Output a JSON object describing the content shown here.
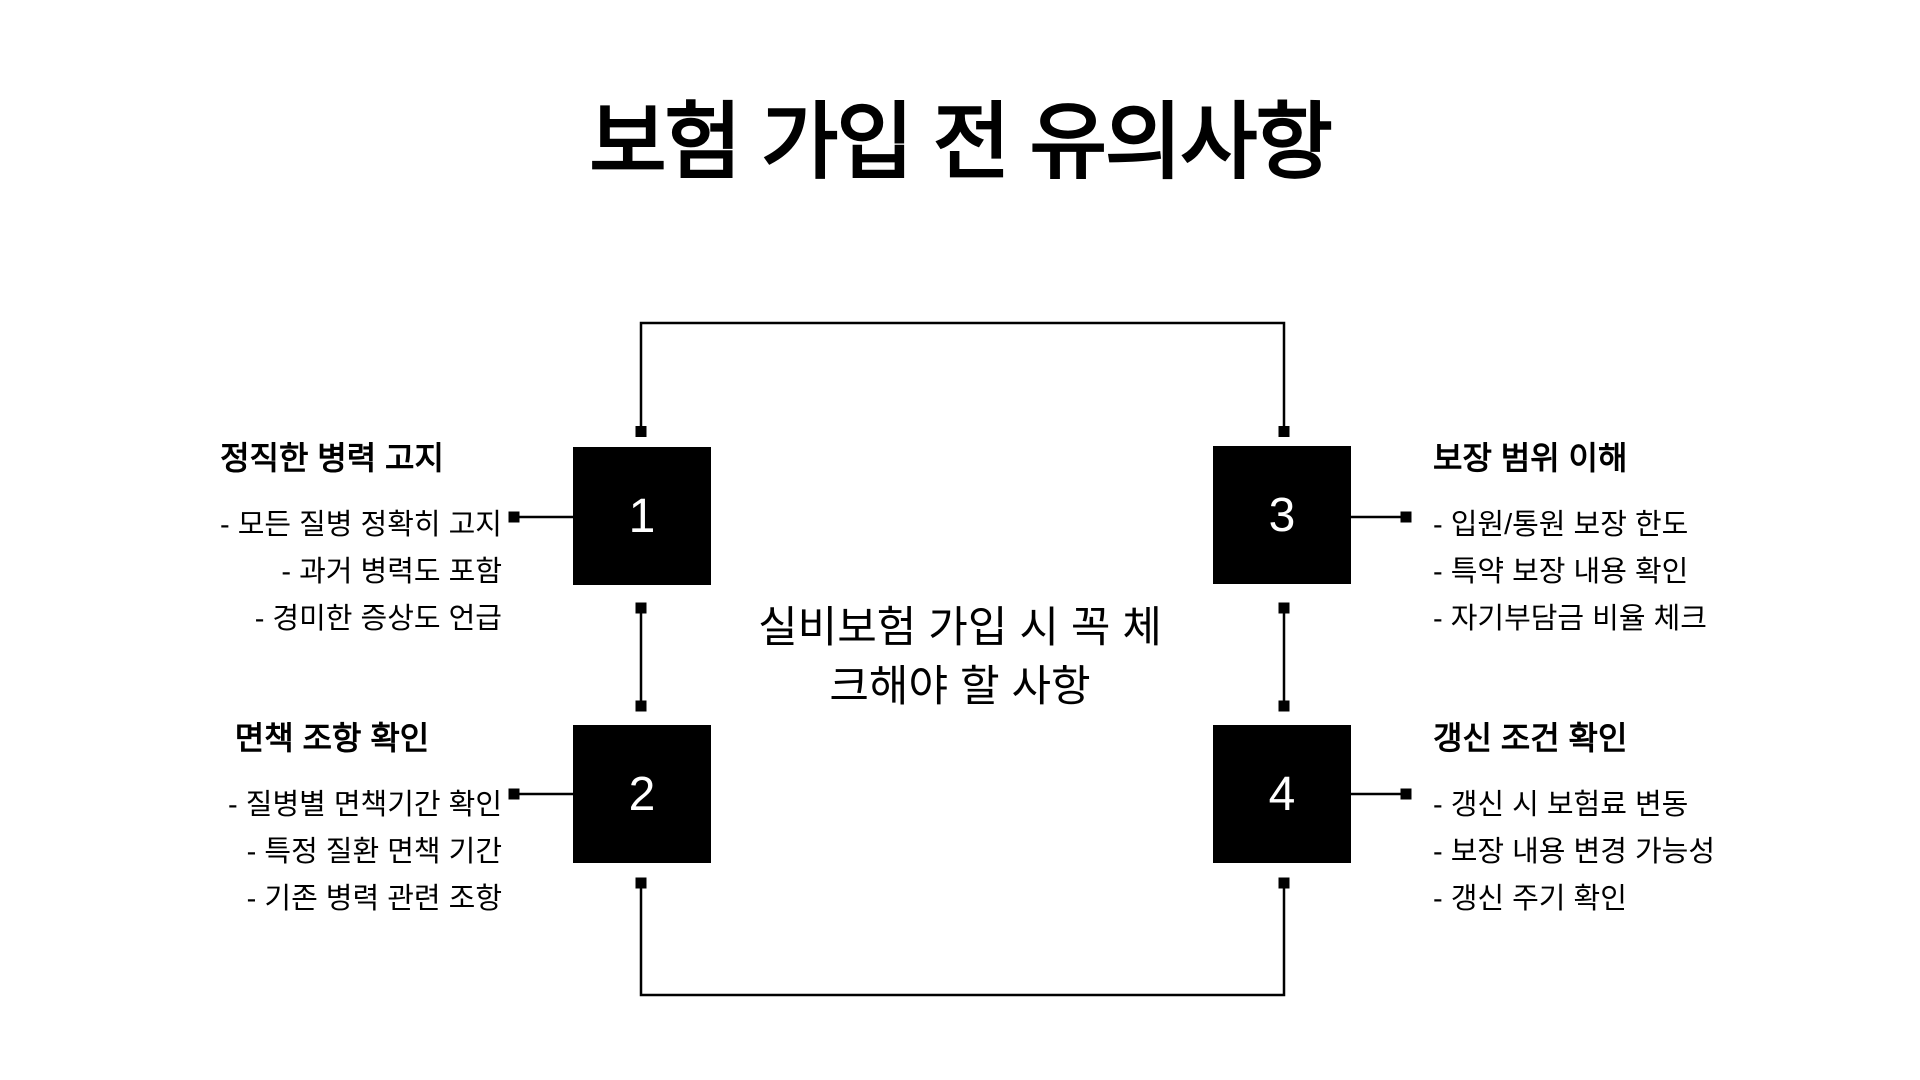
{
  "title": "보험 가입 전 유의사항",
  "center_note": {
    "lines": [
      "실비보험 가입 시 꼭 체",
      "크해야 할 사항"
    ]
  },
  "steps": [
    {
      "number": "1",
      "position": "top-left",
      "heading": "정직한 병력 고지",
      "bullets": [
        "- 모든 질병 정확히 고지",
        "- 과거 병력도 포함",
        "- 경미한 증상도 언급"
      ]
    },
    {
      "number": "2",
      "position": "bottom-left",
      "heading": "면책 조항 확인",
      "bullets": [
        "- 질병별 면책기간 확인",
        "- 특정 질환 면책 기간",
        "- 기존 병력 관련 조항"
      ]
    },
    {
      "number": "3",
      "position": "top-right",
      "heading": "보장 범위 이해",
      "bullets": [
        "- 입원/통원 보장 한도",
        "- 특약 보장 내용 확인",
        "- 자기부담금 비율 체크"
      ]
    },
    {
      "number": "4",
      "position": "bottom-right",
      "heading": "갱신 조건 확인",
      "bullets": [
        "- 갱신 시 보험료 변동",
        "- 보장 내용 변경 가능성",
        "- 갱신 주기 확인"
      ]
    }
  ],
  "colors": {
    "background": "#ffffff",
    "box_fill": "#000000",
    "box_number": "#ffffff",
    "text": "#000000",
    "connector": "#000000"
  }
}
